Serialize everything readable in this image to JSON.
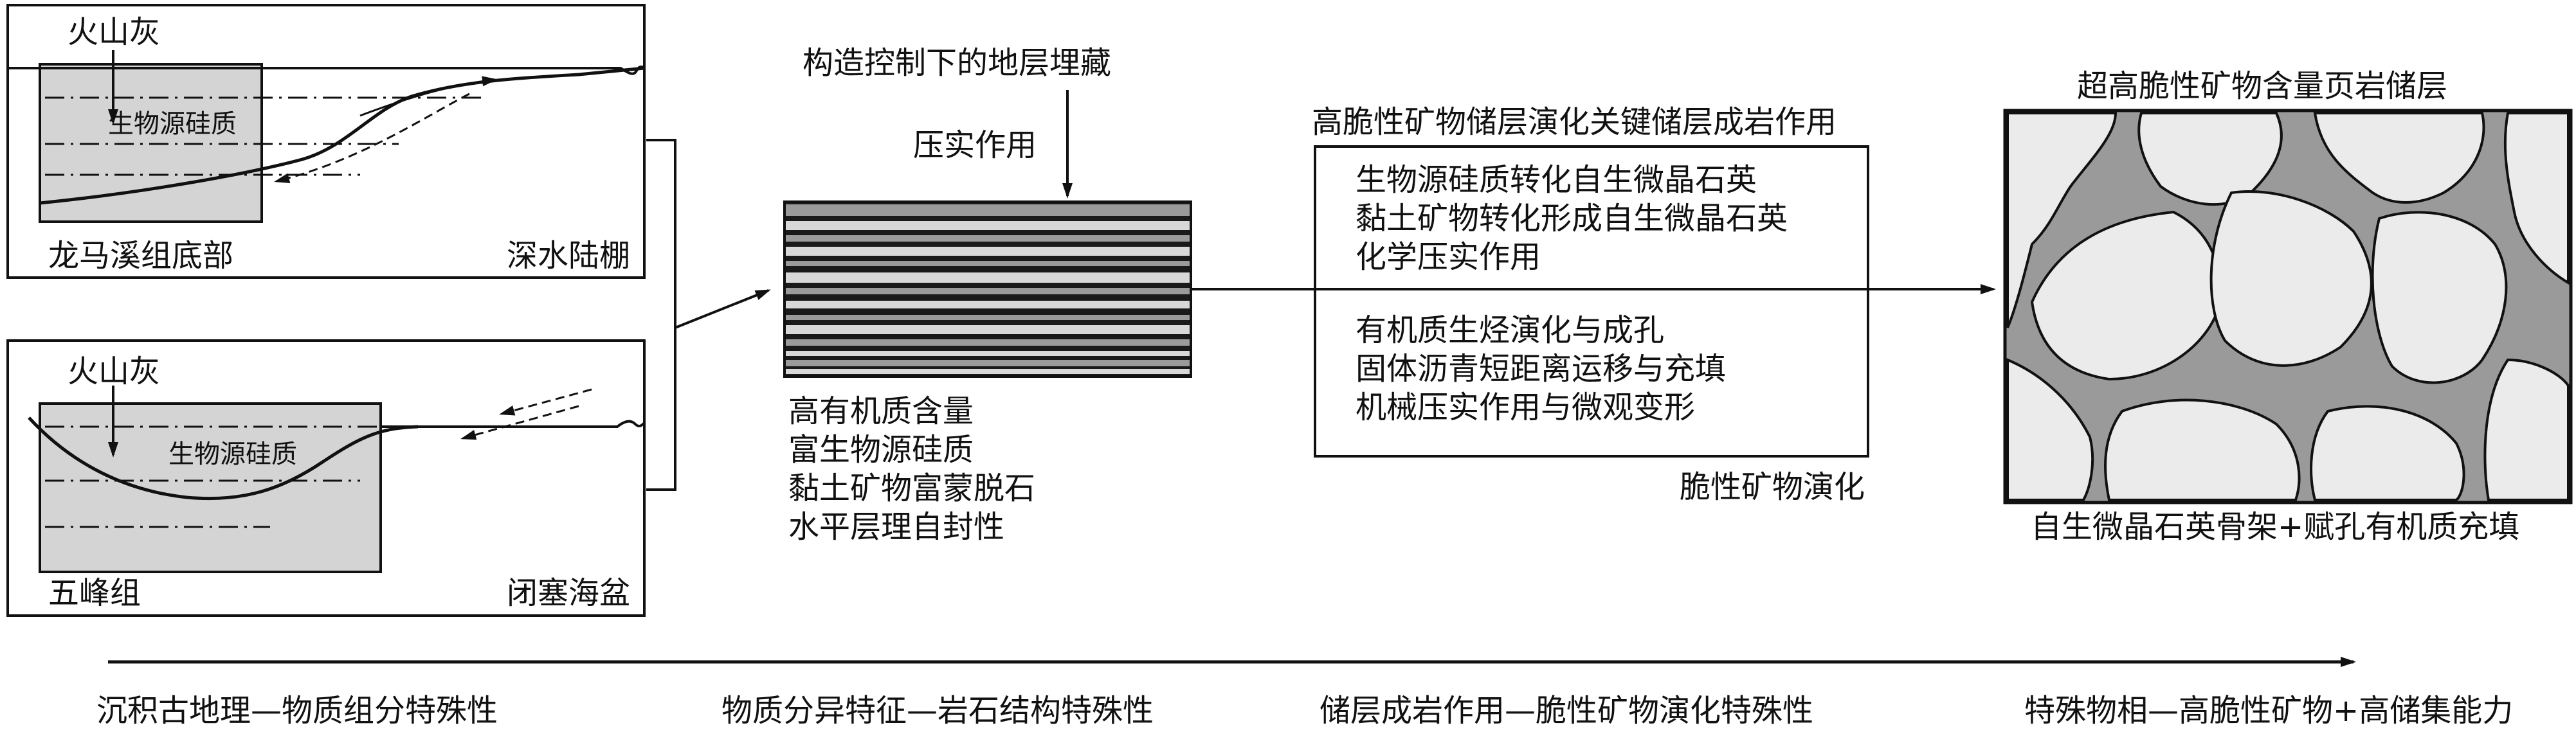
{
  "panel_top": {
    "ash": "火山灰",
    "silica": "生物源硅质",
    "formation": "龙马溪组底部",
    "environment": "深水陆棚"
  },
  "panel_bottom": {
    "ash": "火山灰",
    "silica": "生物源硅质",
    "formation": "五峰组",
    "environment": "闭塞海盆"
  },
  "burial": {
    "title": "构造控制下的地层埋藏",
    "compaction": "压实作用",
    "features": [
      "高有机质含量",
      "富生物源硅质",
      "黏土矿物富蒙脱石",
      "水平层理自封性"
    ]
  },
  "diagenesis": {
    "title": "高脆性矿物储层演化关键储层成岩作用",
    "group1": [
      "生物源硅质转化自生微晶石英",
      "黏土矿物转化形成自生微晶石英",
      "化学压实作用"
    ],
    "group2": [
      "有机质生烃演化与成孔",
      "固体沥青短距离运移与充填",
      "机械压实作用与微观变形"
    ],
    "caption": "脆性矿物演化"
  },
  "reservoir": {
    "title": "超高脆性矿物含量页岩储层",
    "caption": "自生微晶石英骨架+赋孔有机质充填"
  },
  "bottom_labels": [
    "沉积古地理—物质组分特殊性",
    "物质分异特征—岩石结构特殊性",
    "储层成岩作用—脆性矿物演化特殊性",
    "特殊物相—高脆性矿物+高储集能力"
  ],
  "colors": {
    "line": "#111111",
    "box_fill": "#d4d4d4",
    "mineral_fill": "#ebebeb",
    "matrix_fill": "#9a9a9a"
  }
}
